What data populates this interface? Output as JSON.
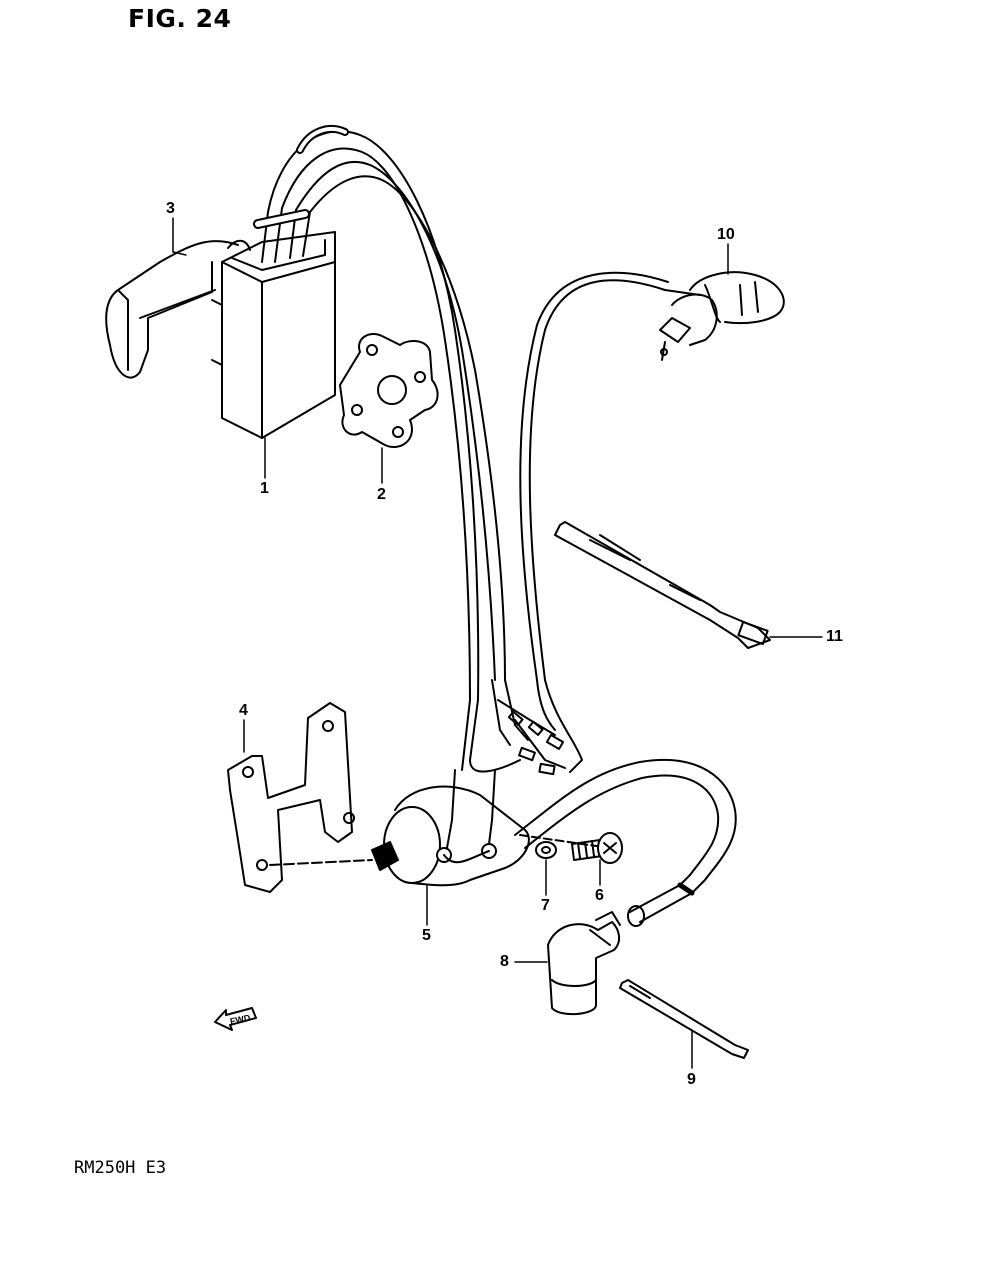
{
  "figure": {
    "title": "FIG. 24",
    "model_code": "RM250H E3"
  },
  "fwd_label": "FWD",
  "callouts": [
    {
      "id": "1",
      "text": "1"
    },
    {
      "id": "2",
      "text": "2"
    },
    {
      "id": "3",
      "text": "3"
    },
    {
      "id": "4",
      "text": "4"
    },
    {
      "id": "5",
      "text": "5"
    },
    {
      "id": "6",
      "text": "6"
    },
    {
      "id": "7",
      "text": "7"
    },
    {
      "id": "8",
      "text": "8"
    },
    {
      "id": "9",
      "text": "9"
    },
    {
      "id": "10",
      "text": "10"
    },
    {
      "id": "11",
      "text": "11"
    }
  ]
}
